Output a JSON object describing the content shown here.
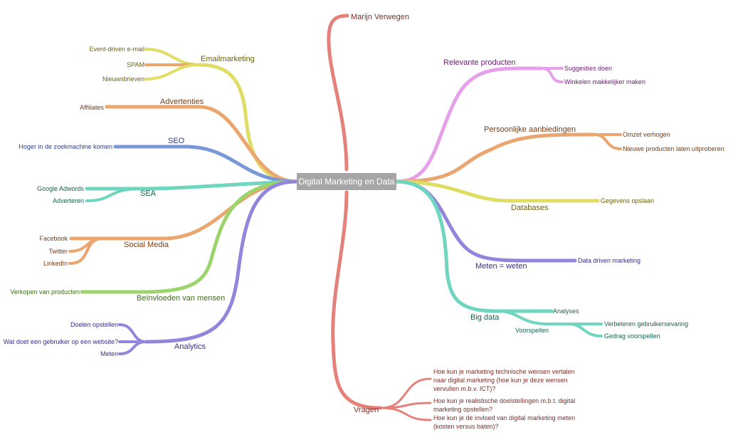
{
  "center": {
    "label": "Digital Marketing en Data"
  },
  "colors": {
    "red": "#e3817a",
    "yellow": "#e0dd64",
    "orange": "#eba66f",
    "blue": "#7898d8",
    "teal": "#6ed6bf",
    "green": "#9ad46a",
    "purple": "#9384dc",
    "pink": "#e5a0e9",
    "text_red": "#7b2f29",
    "text_olive": "#6b6310",
    "text_orange": "#7b3b11",
    "text_blue": "#2b3f84",
    "text_teal": "#176350",
    "text_green": "#3d6d15",
    "text_purple": "#3b2c85",
    "text_pink": "#6d1a72"
  },
  "branches": {
    "marijn": {
      "label": "Marijn Verwegen"
    },
    "emailmarketing": {
      "label": "Emailmarketing",
      "items": [
        "Event-driven e-mail",
        "SPAM",
        "Nieuwsbrieven"
      ]
    },
    "advertenties": {
      "label": "Advertenties",
      "items": [
        "Affiliates"
      ]
    },
    "seo": {
      "label": "SEO",
      "items": [
        "Hoger in de zoekmachine komen"
      ]
    },
    "sea": {
      "label": "SEA",
      "items": [
        "Google Adwords",
        "Adverteren"
      ]
    },
    "social": {
      "label": "Social Media",
      "items": [
        "Facebook",
        "Twitter",
        "LinkedIn"
      ]
    },
    "beinvloeden": {
      "label": "Beïnvloeden van mensen",
      "items": [
        "Verkopen van producten"
      ]
    },
    "analytics": {
      "label": "Analytics",
      "items": [
        "Doelen opstellen",
        "Wat doet een gebruiker op een website?",
        "Meten"
      ]
    },
    "relevante": {
      "label": "Relevante producten",
      "items": [
        "Suggesties doen",
        "Winkelen makkelijker maken"
      ]
    },
    "persoonlijke": {
      "label": "Persoonlijke aanbiedingen",
      "items": [
        "Omzet verhogen",
        "Nieuwe producten laten uitproberen"
      ]
    },
    "databases": {
      "label": "Databases",
      "items": [
        "Gegevens opslaan"
      ]
    },
    "meten": {
      "label": "Meten = weten",
      "items": [
        "Data driven marketing"
      ]
    },
    "bigdata": {
      "label": "Big data",
      "items": [
        "Analyses"
      ],
      "voorspellen": {
        "label": "Voorspellen",
        "items": [
          "Verbeteren gebruikersevaring",
          "Gedrag voorspellen"
        ]
      }
    },
    "vragen": {
      "label": "Vragen",
      "q1": [
        "Hoe kun je marketing technische wensen vertalen",
        "naar digital marketing (hoe kun je deze wensen",
        "vervullen m.b.v. ICT)?"
      ],
      "q2": [
        "Hoe kun je realistische doelstellingen m.b.t. digital",
        "marketing opstellen?"
      ],
      "q3": [
        "Hoe kun je de invloed van digital marketing meten",
        "(kosten versus baten)?"
      ]
    }
  }
}
